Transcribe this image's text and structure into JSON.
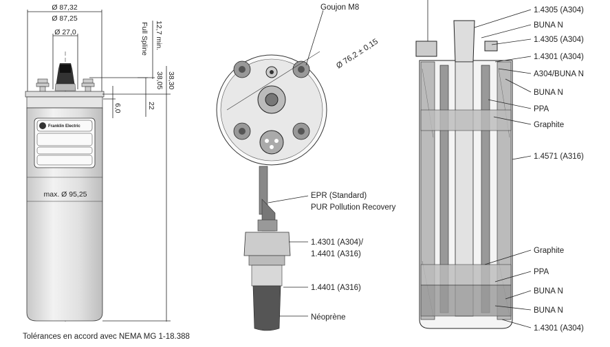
{
  "motor_view": {
    "dim_outer_max": "Ø 87,32",
    "dim_outer_min": "Ø 87,25",
    "dim_shaft": "Ø 27,0",
    "dim_spline_length": "12,7 min.",
    "dim_spline_note": "Full Spline",
    "dim_height_max": "38,30",
    "dim_height_min": "38,05",
    "dim_flange": "6,0",
    "dim_shaft_base": "22",
    "dim_max_diameter": "max. Ø 95,25",
    "nameplate_brand": "Franklin Electric",
    "tolerance_note": "Tolérances en accord avec NEMA MG 1-18.388"
  },
  "top_view": {
    "stud_label": "Goujon M8",
    "bolt_circle": "Ø 76,2 ± 0,15"
  },
  "cable_view": {
    "labels": [
      "EPR (Standard)",
      "PUR Pollution Recovery",
      "1.4301 (A304)/",
      "1.4401 (A316)",
      "1.4401 (A316)",
      "Néoprène"
    ]
  },
  "section_view": {
    "labels": [
      "1.4305 (A304)",
      "BUNA N",
      "1.4305 (A304)",
      "1.4301 (A304)",
      "A304/BUNA N",
      "BUNA N",
      "PPA",
      "Graphite",
      "1.4571 (A316)",
      "Graphite",
      "PPA",
      "BUNA N",
      "BUNA N",
      "1.4301 (A304)"
    ]
  }
}
